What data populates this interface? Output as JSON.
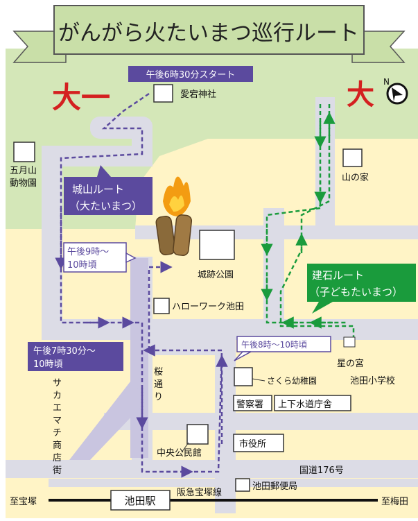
{
  "title": "がんがら火たいまつ巡行ルート",
  "kanji_left": "大一",
  "kanji_right": "大",
  "compass_label": "N",
  "routes": {
    "shiroyama": {
      "name_line1": "城山ルート",
      "name_line2": "（大たいまつ）",
      "color": "#5b4a9e"
    },
    "tateishi": {
      "name_line1": "建石ルート",
      "name_line2": "（子どもたいまつ）",
      "color": "#1a9b3c"
    }
  },
  "times": {
    "start": "午後6時30分スタート",
    "t9": {
      "line1": "午後9時〜",
      "line2": "10時頃"
    },
    "t730": {
      "line1": "午後7時30分〜",
      "line2": "10時頃"
    },
    "t8": "午後8時〜10時頃"
  },
  "landmarks": {
    "atago": "愛宕神社",
    "zoo": {
      "line1": "五月山",
      "line2": "動物園"
    },
    "yamanoie": "山の家",
    "castle_park": "城跡公園",
    "hellowork": "ハローワーク池田",
    "hoshinomiya": "星の宮",
    "sakura": "さくら幼稚園",
    "elementary": "池田小学校",
    "police": "警察署",
    "water": "上下水道庁舎",
    "cityhall": "市役所",
    "community": "中央公民館",
    "post": "池田郵便局",
    "station": "池田駅"
  },
  "streets": {
    "sakura_dori": "桜通り",
    "sakaemachi": "サカエマチ商店街",
    "route176": "国道176号",
    "hankyu": "阪急宝塚線"
  },
  "directions": {
    "west": "至宝塚",
    "east": "至梅田"
  },
  "colors": {
    "map_green": "#d4e7b8",
    "map_cream": "#fff4c6",
    "road": "#dcdce6",
    "main_road": "#c9c5e0"
  }
}
